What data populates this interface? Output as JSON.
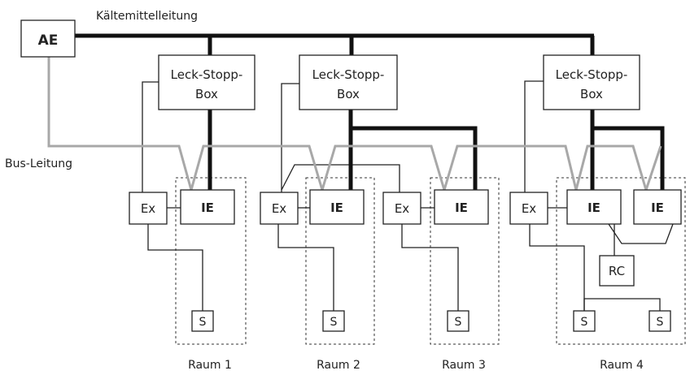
{
  "labels": {
    "pipe": "Kältemittelleitung",
    "bus": "Bus-Leitung",
    "outdoor_unit": "AE",
    "leak_box_line1": "Leck-Stopp-",
    "leak_box_line2": "Box",
    "indoor_unit": "IE",
    "extension": "Ex",
    "sensor": "S",
    "remote": "RC"
  },
  "rooms": [
    "Raum 1",
    "Raum 2",
    "Raum 3",
    "Raum 4"
  ],
  "colors": {
    "pipe": "#111111",
    "bus": "#a8a8a8",
    "wire": "#222222",
    "room_border": "#333333"
  }
}
